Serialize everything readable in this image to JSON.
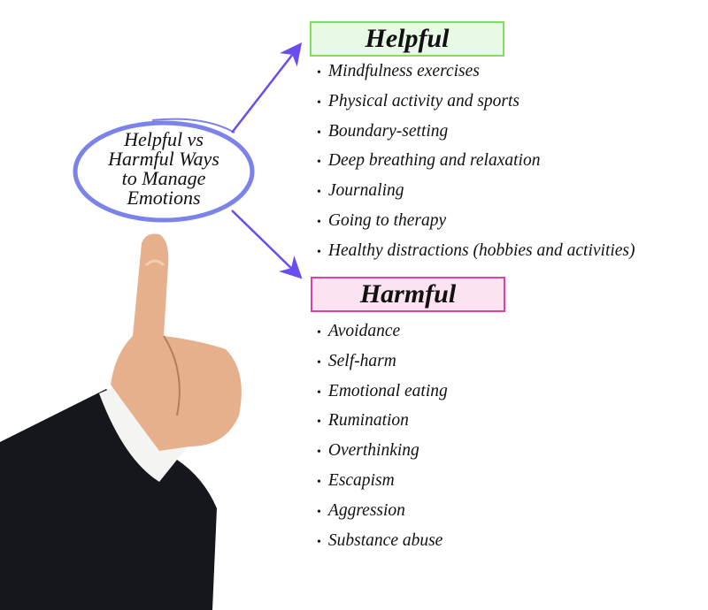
{
  "center_title": [
    "Helpful vs",
    "Harmful Ways",
    "to Manage",
    "Emotions"
  ],
  "helpful": {
    "heading": "Helpful",
    "items": [
      "Mindfulness exercises",
      "Physical activity and sports",
      "Boundary-setting",
      "Deep breathing and relaxation",
      "Journaling",
      "Going to therapy",
      "Healthy distractions (hobbies and activities)"
    ]
  },
  "harmful": {
    "heading": "Harmful",
    "items": [
      "Avoidance",
      "Self-harm",
      "Emotional eating",
      "Rumination",
      "Overthinking",
      "Escapism",
      "Aggression",
      "Substance abuse"
    ]
  },
  "colors": {
    "arrow": "#6a4cf0",
    "ellipse": "#7b82ec",
    "helpful_border": "#7fe05a",
    "harmful_border": "#e0409f"
  }
}
